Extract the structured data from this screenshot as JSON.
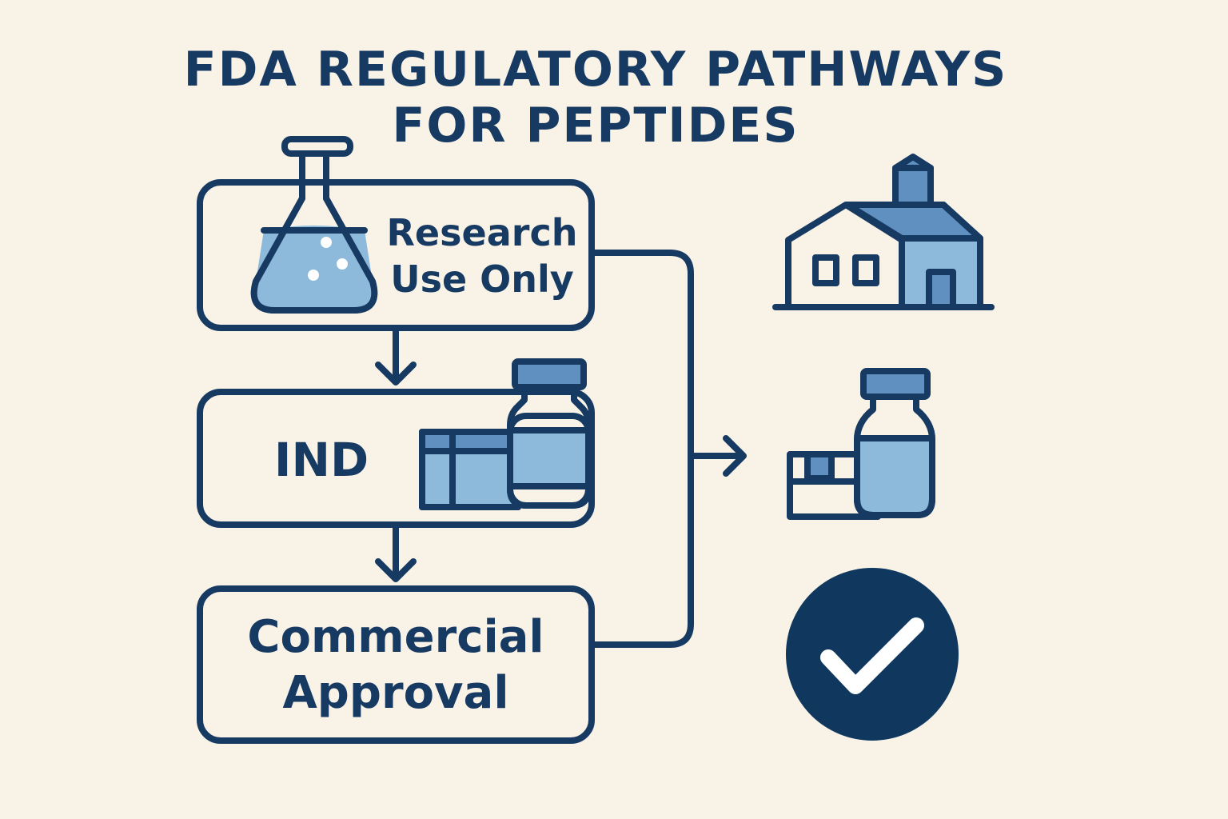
{
  "title": {
    "line1": "FDA REGULATORY PATHWAYS",
    "line2": "FOR PEPTIDES"
  },
  "steps": [
    {
      "line1": "Research",
      "line2": "Use Only",
      "icon": "flask-icon"
    },
    {
      "label": "IND",
      "icons": [
        "document-icon",
        "vial-icon"
      ]
    },
    {
      "line1": "Commercial",
      "line2": "Approval"
    }
  ],
  "outcome_icons": [
    "manufacturing-facility-icon",
    "packaged-vial-icon",
    "checkmark-circle-icon"
  ],
  "colors": {
    "background": "#f9f3e7",
    "navy": "#173a63",
    "light_blue": "#8dbadb",
    "mid_blue": "#5f90c0",
    "check_circle": "#10385e"
  }
}
